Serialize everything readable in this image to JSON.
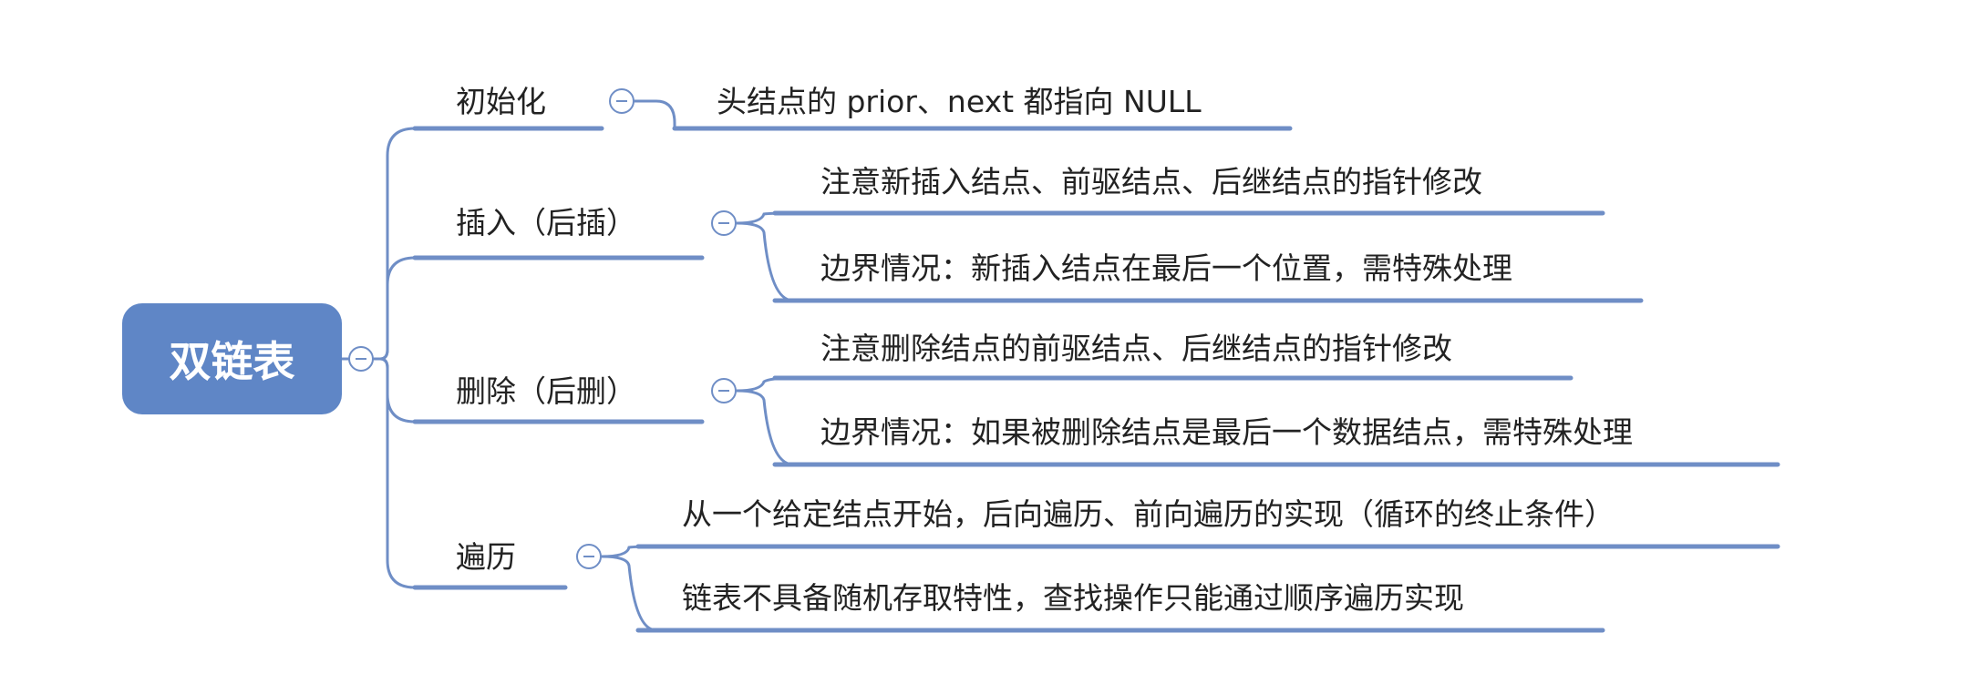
{
  "root": {
    "label": "双链表"
  },
  "branches": [
    {
      "label": "初始化",
      "children": [
        "头结点的 prior、next 都指向 NULL"
      ]
    },
    {
      "label": "插入（后插）",
      "children": [
        "注意新插入结点、前驱结点、后继结点的指针修改",
        "边界情况：新插入结点在最后一个位置，需特殊处理"
      ]
    },
    {
      "label": "删除（后删）",
      "children": [
        "注意删除结点的前驱结点、后继结点的指针修改",
        "边界情况：如果被删除结点是最后一个数据结点，需特殊处理"
      ]
    },
    {
      "label": "遍历",
      "children": [
        "从一个给定结点开始，后向遍历、前向遍历的实现（循环的终止条件）",
        "链表不具备随机存取特性，查找操作只能通过顺序遍历实现"
      ]
    }
  ],
  "colors": {
    "node_fill": "#5f86c6",
    "line": "#6f8ec6",
    "text": "#222222"
  }
}
